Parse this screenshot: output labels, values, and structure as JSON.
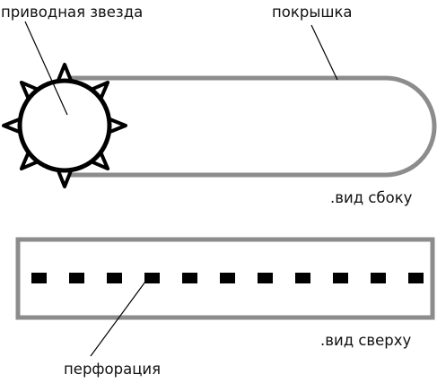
{
  "labels": {
    "sprocket": "приводная звезда",
    "cover": "покрышка",
    "side_view": ".вид сбоку",
    "top_view": ".вид сверху",
    "perforation": "перфорация"
  },
  "colors": {
    "outline_gray": "#8c8c8c",
    "ink": "#000000",
    "background": "#ffffff"
  },
  "perforation_hole_count": 11,
  "sprocket_tooth_count": 8
}
